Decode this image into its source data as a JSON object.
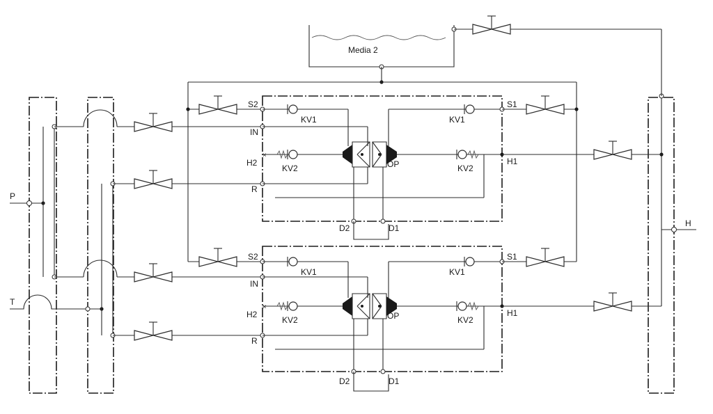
{
  "tank": {
    "label": "Media 2"
  },
  "ports": {
    "p": "P",
    "t": "T",
    "h": "H"
  },
  "units": [
    {
      "s2": "S2",
      "in": "IN",
      "h2": "H2",
      "r": "R",
      "s1": "S1",
      "h1": "H1",
      "op": "OP",
      "kv1_left": "KV1",
      "kv1_right": "KV1",
      "kv2_left": "KV2",
      "kv2_right": "KV2",
      "d2": "D2",
      "d1": "D1"
    },
    {
      "s2": "S2",
      "in": "IN",
      "h2": "H2",
      "r": "R",
      "s1": "S1",
      "h1": "H1",
      "op": "OP",
      "kv1_left": "KV1",
      "kv1_right": "KV1",
      "kv2_left": "KV2",
      "kv2_right": "KV2",
      "d2": "D2",
      "d1": "D1"
    }
  ]
}
